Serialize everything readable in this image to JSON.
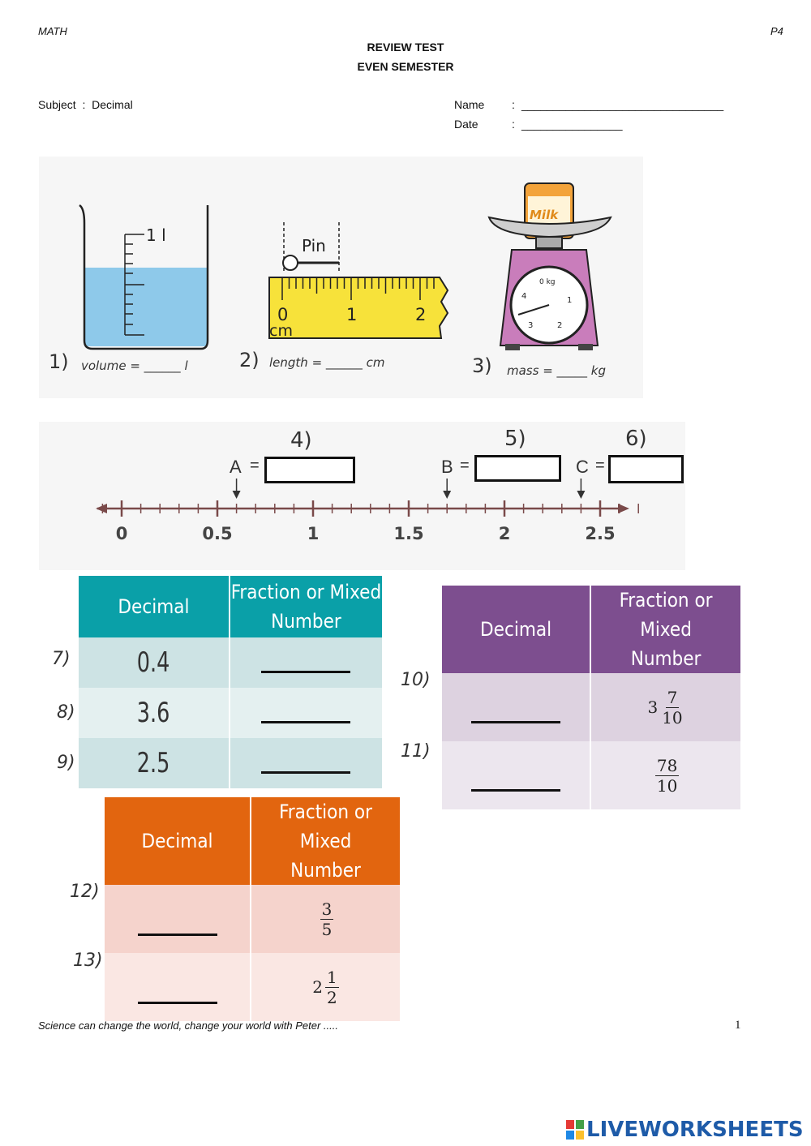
{
  "header": {
    "left": "MATH",
    "right": "P4",
    "title_line1": "REVIEW TEST",
    "title_line2": "EVEN SEMESTER"
  },
  "meta": {
    "subject_label": "Subject",
    "subject_sep": ":",
    "subject_value": "Decimal",
    "name_label": "Name",
    "name_sep": ":",
    "name_line": "________________________________",
    "date_label": "Date",
    "date_sep": ":",
    "date_line": "________________"
  },
  "pictures": {
    "q1_number": "1)",
    "q1_text": "volume = ______ l",
    "beaker_label": "1 l",
    "q2_number": "2)",
    "q2_text": "length = ______ cm",
    "pin_label": "Pin",
    "ruler_ticks": [
      "0",
      "1",
      "2"
    ],
    "ruler_unit": "cm",
    "q3_number": "3)",
    "q3_text": "mass = _____ kg",
    "can_label": "Milk",
    "scale_dial": "0 kg",
    "scale_numbers": [
      "1",
      "2",
      "3",
      "4"
    ]
  },
  "number_line": {
    "q4": "4)",
    "q5": "5)",
    "q6": "6)",
    "label_a": "A",
    "label_b": "B",
    "label_c": "C",
    "equals": "=",
    "labels": [
      "0",
      "0.5",
      "1",
      "1.5",
      "2",
      "2.5"
    ],
    "points": {
      "A": 0.6,
      "B": 1.7,
      "C": 2.4
    }
  },
  "tables": {
    "header_decimal": "Decimal",
    "header_fraction_1": "Fraction or Mixed",
    "header_fraction_2": "Number",
    "teal": {
      "color": "#0aa0a8",
      "rows": [
        {
          "q": "7)",
          "decimal": "0.4"
        },
        {
          "q": "8)",
          "decimal": "3.6"
        },
        {
          "q": "9)",
          "decimal": "2.5"
        }
      ]
    },
    "purple": {
      "color": "#7d4e8f",
      "rows": [
        {
          "q": "10)",
          "whole": "3",
          "num": "7",
          "den": "10"
        },
        {
          "q": "11)",
          "whole": "",
          "num": "78",
          "den": "10"
        }
      ]
    },
    "orange": {
      "color": "#e2650f",
      "rows": [
        {
          "q": "12)",
          "whole": "",
          "num": "3",
          "den": "5"
        },
        {
          "q": "13)",
          "whole": "2",
          "num": "1",
          "den": "2"
        }
      ]
    }
  },
  "footer": {
    "slogan": "Science can change the world, change your world with Peter .....",
    "page": "1",
    "brand": "LIVEWORKSHEETS"
  }
}
